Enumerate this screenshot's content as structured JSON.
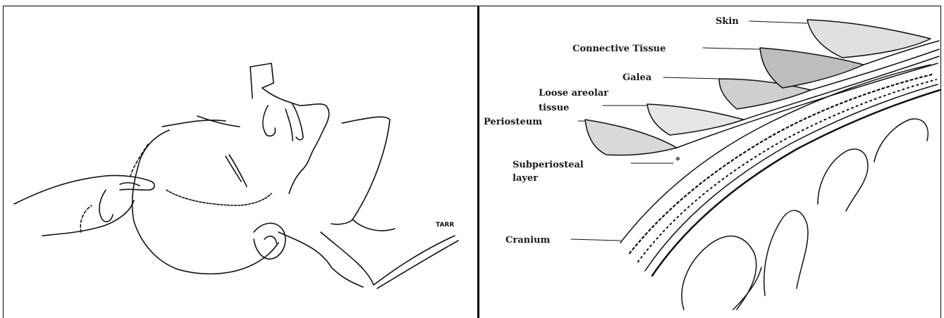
{
  "figure": {
    "left_panel": {
      "content": "head-illustration",
      "signature": "TARR"
    },
    "right_panel": {
      "layers": [
        {
          "id": "skin",
          "label": "Skin"
        },
        {
          "id": "connective",
          "label": "Connective Tissue"
        },
        {
          "id": "galea",
          "label": "Galea"
        },
        {
          "id": "loose1",
          "label": "Loose areolar"
        },
        {
          "id": "loose2",
          "label": "tissue"
        },
        {
          "id": "periosteum",
          "label": "Periosteum"
        },
        {
          "id": "subperiosteal1",
          "label": "Subperiosteal"
        },
        {
          "id": "subperiosteal2",
          "label": "layer"
        },
        {
          "id": "asterisk",
          "label": "*"
        },
        {
          "id": "cranium",
          "label": "Cranium"
        }
      ]
    },
    "colors": {
      "ink": "#111111",
      "background": "#ffffff"
    }
  }
}
